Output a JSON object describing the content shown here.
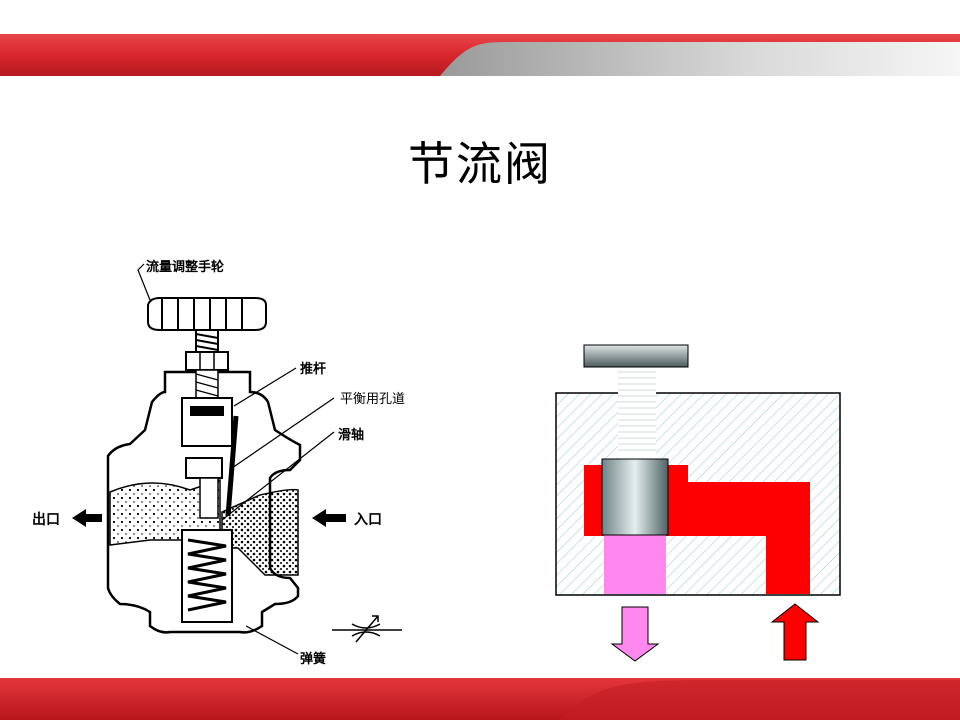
{
  "slide": {
    "title": "节流阀"
  },
  "diagram": {
    "labels": {
      "handwheel": "流量调整手轮",
      "push_rod": "推杆",
      "balance_hole": "平衡用孔道",
      "spool": "滑轴",
      "outlet": "出口",
      "inlet": "入口",
      "spring": "弹簧"
    }
  },
  "colors": {
    "banner_red": "#d7262d",
    "banner_gray": "#c8c8c8",
    "channel_red": "#ff0000",
    "pink": "#ff88ee",
    "hatch": "#9fd3dc"
  }
}
